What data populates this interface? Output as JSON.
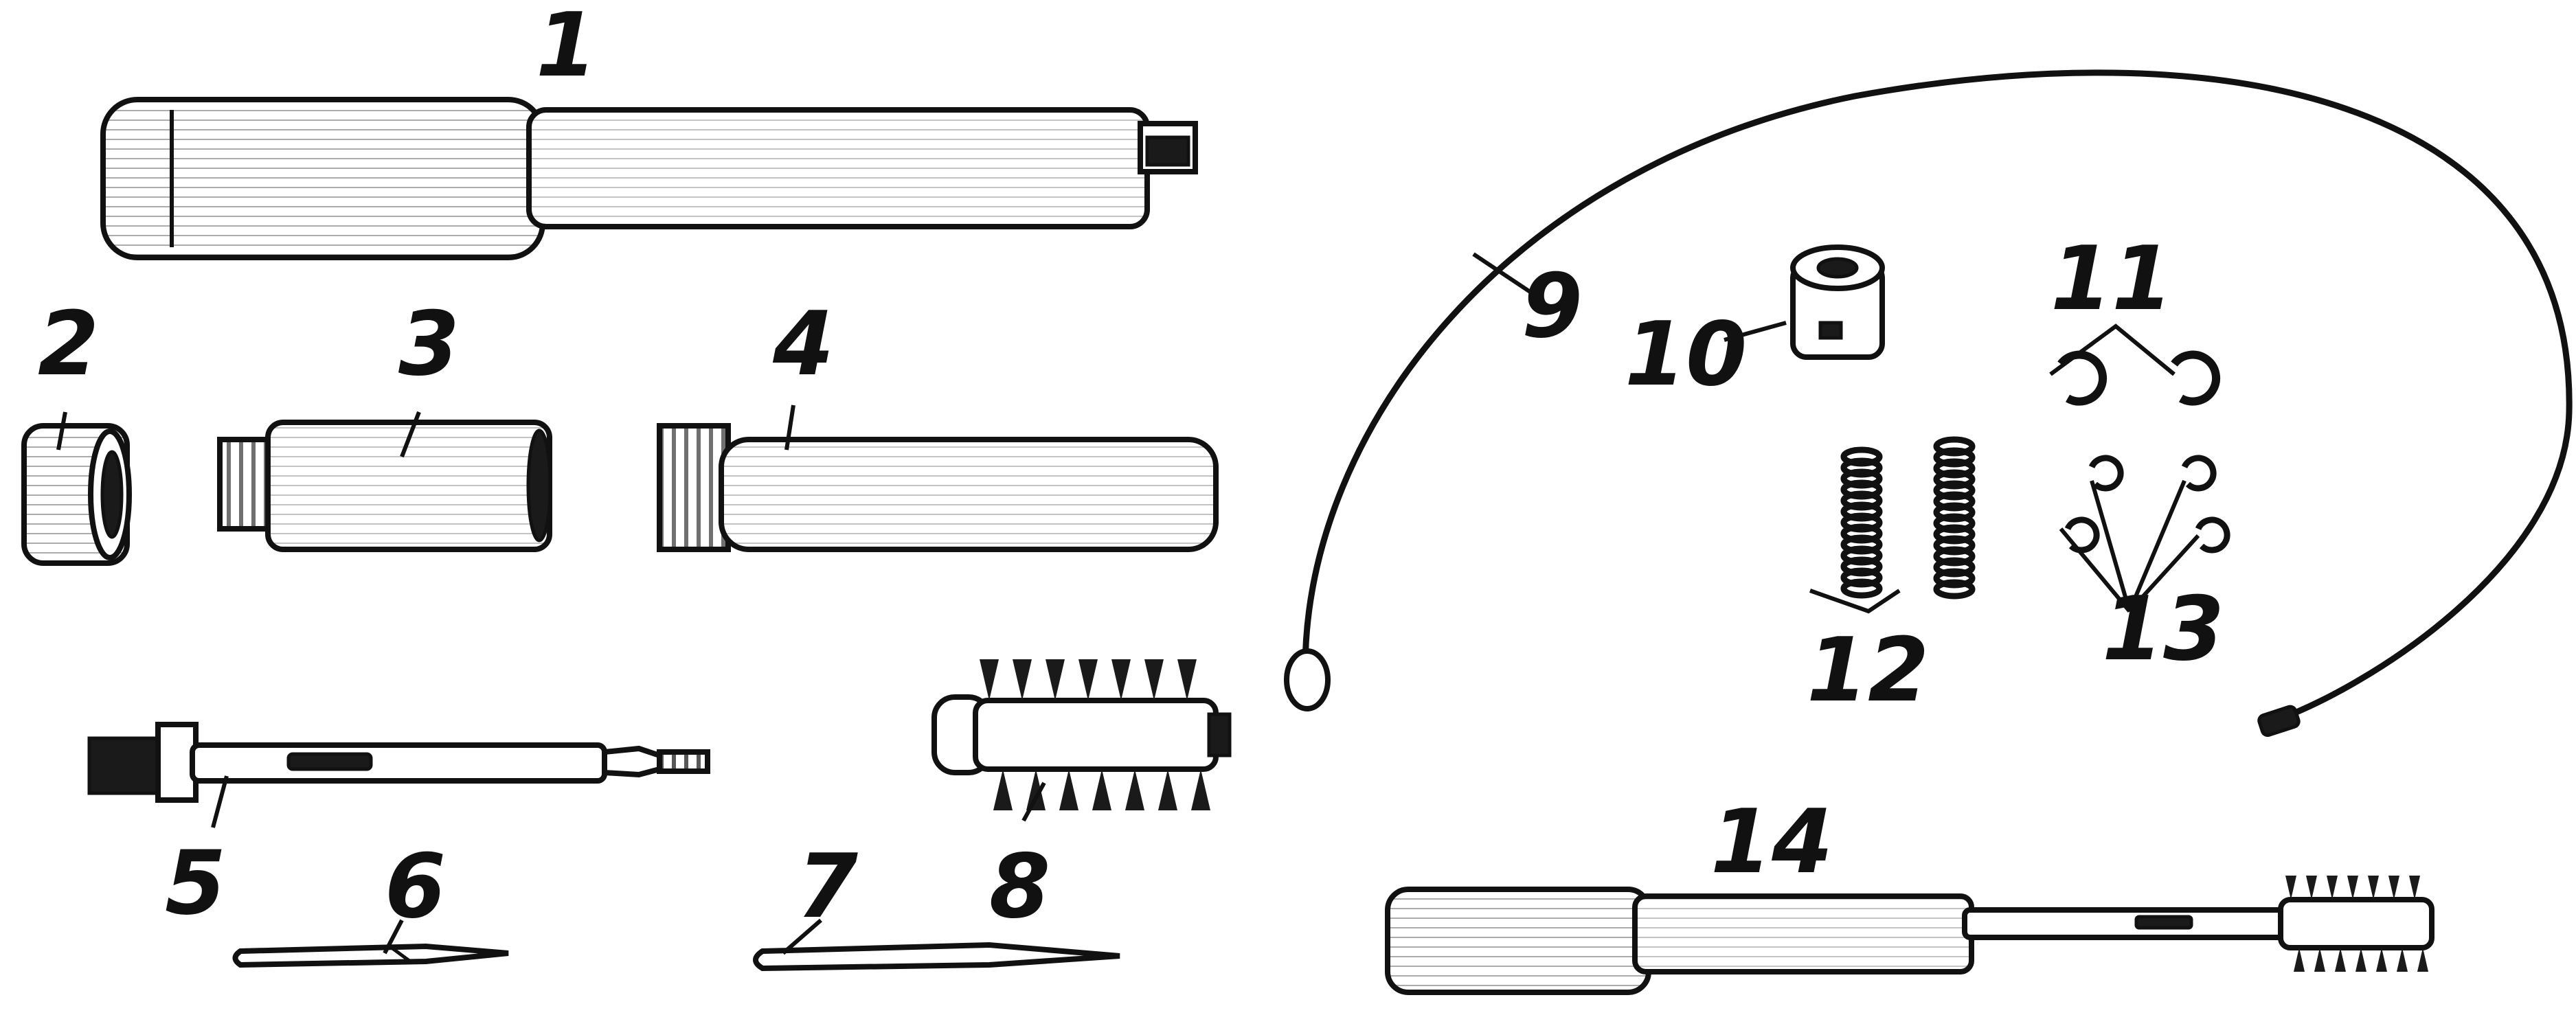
{
  "colors": {
    "ink": "#111111",
    "paper": "#ffffff"
  },
  "parts": [
    {
      "id": "part-1",
      "label": "1"
    },
    {
      "id": "part-2",
      "label": "2"
    },
    {
      "id": "part-3",
      "label": "3"
    },
    {
      "id": "part-4",
      "label": "4"
    },
    {
      "id": "part-5",
      "label": "5"
    },
    {
      "id": "part-6",
      "label": "6"
    },
    {
      "id": "part-7",
      "label": "7"
    },
    {
      "id": "part-8",
      "label": "8"
    },
    {
      "id": "part-9",
      "label": "9"
    },
    {
      "id": "part-10",
      "label": "10"
    },
    {
      "id": "part-11",
      "label": "11"
    },
    {
      "id": "part-12",
      "label": "12"
    },
    {
      "id": "part-13",
      "label": "13"
    },
    {
      "id": "part-14",
      "label": "14"
    }
  ]
}
